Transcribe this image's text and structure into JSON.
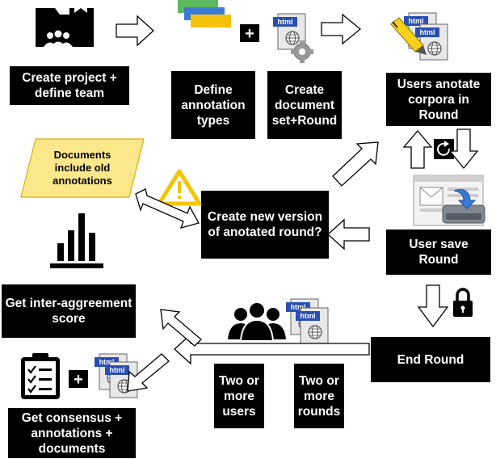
{
  "steps": {
    "create_project": "Create project +\ndefine team",
    "define_types": "Define\nannotation\ntypes",
    "create_document_set": "Create\ndocument\nset+Round",
    "users_annotate": "Users anotate\ncorpora in\nRound",
    "create_new_version": "Create new version\nof anotated round?",
    "documents_old": "Documents\ninclude old\nannotations",
    "user_save": "User save\nRound",
    "end_round": "End Round",
    "inter_agreement": "Get inter-aggreement\nscore",
    "two_users": "Two or\nmore\nusers",
    "two_rounds": "Two or\nmore\nrounds",
    "consensus": "Get consensus +\nannotations +\ndocuments"
  },
  "doc_icon_label": "html",
  "plus_sign": "+",
  "icons": [
    "folder-team-icon",
    "annotation-types-icon",
    "document-set-icon",
    "gear-icon",
    "highlighter-icon",
    "refresh-icon",
    "warning-icon",
    "save-icon",
    "lock-icon",
    "bar-chart-icon",
    "users-icon",
    "clipboard-checklist-icon"
  ],
  "colors": {
    "box": "#000000",
    "box_text": "#ffffff",
    "note_fill": "#fce88a",
    "note_stroke": "#d8b000",
    "layer_green": "#5db85d",
    "layer_blue": "#3a7bd5",
    "layer_yellow": "#f4c20d",
    "html_tag": "#2a4fb0",
    "warning": "#f2c500"
  }
}
